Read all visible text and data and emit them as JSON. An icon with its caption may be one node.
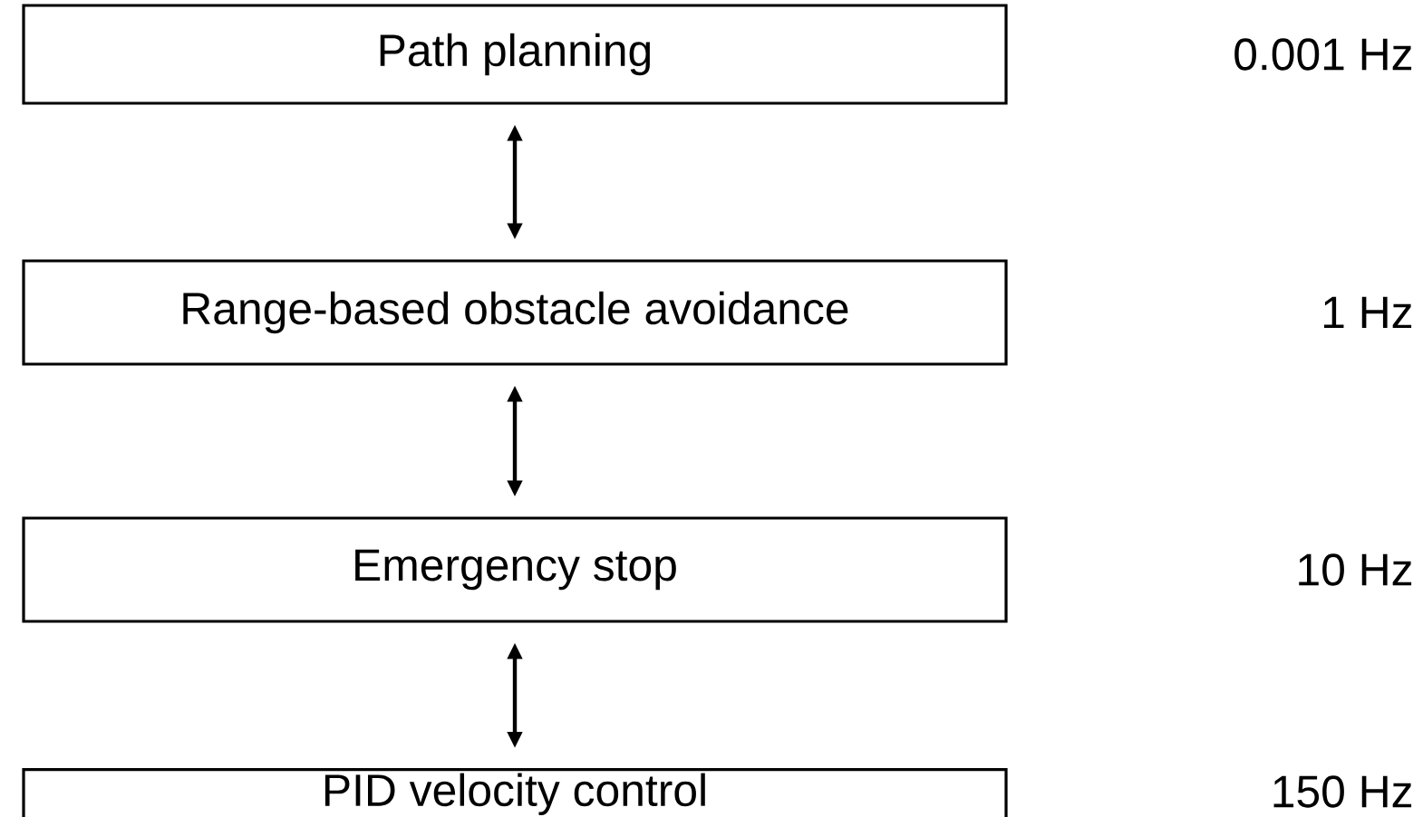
{
  "diagram": {
    "nodes": [
      {
        "text": [
          "Path planning"
        ]
      },
      {
        "text": [
          "Range-based obstacle avoidance"
        ]
      },
      {
        "text": [
          "Emergency stop"
        ]
      },
      {
        "text": [
          "PID velocity control"
        ]
      }
    ],
    "edges": [
      {
        "from": 0,
        "to": 1,
        "arrow": "both"
      },
      {
        "from": 1,
        "to": 2,
        "arrow": "both"
      },
      {
        "from": 2,
        "to": 3,
        "arrow": "both"
      }
    ],
    "labels": [
      "0.001 Hz",
      "1 Hz",
      "10 Hz",
      "150 Hz"
    ]
  }
}
